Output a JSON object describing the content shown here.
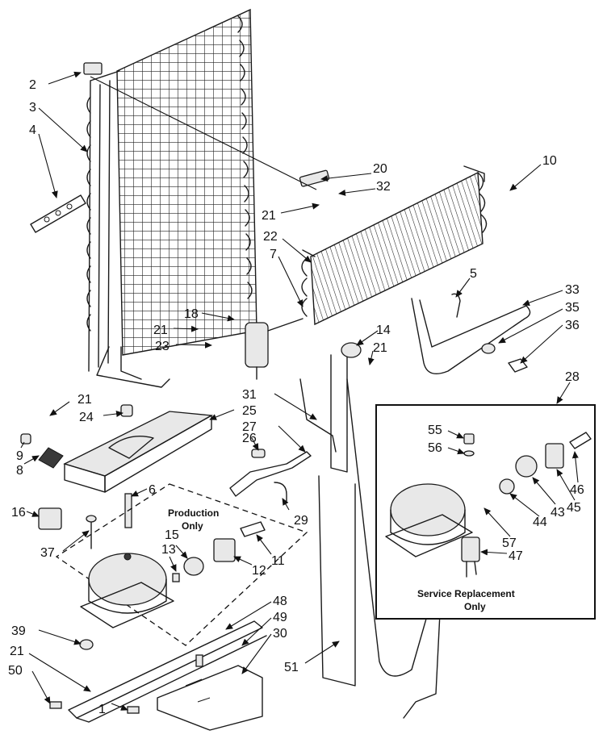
{
  "diagram": {
    "notes": {
      "production_line1": "Production",
      "production_line2": "Only",
      "service_line1": "Service Replacement",
      "service_line2": "Only"
    },
    "callouts": {
      "c1": "1",
      "c2": "2",
      "c3": "3",
      "c4": "4",
      "c5": "5",
      "c6": "6",
      "c7": "7",
      "c8": "8",
      "c9": "9",
      "c10": "10",
      "c11": "11",
      "c12": "12",
      "c13": "13",
      "c14": "14",
      "c15": "15",
      "c16": "16",
      "c18": "18",
      "c20": "20",
      "c21": "21",
      "c22": "22",
      "c23": "23",
      "c24": "24",
      "c25": "25",
      "c26": "26",
      "c27": "27",
      "c28": "28",
      "c29": "29",
      "c30": "30",
      "c31": "31",
      "c32": "32",
      "c33": "33",
      "c35": "35",
      "c36": "36",
      "c37": "37",
      "c39": "39",
      "c43": "43",
      "c44": "44",
      "c45": "45",
      "c46": "46",
      "c47": "47",
      "c48": "48",
      "c49": "49",
      "c50": "50",
      "c51": "51",
      "c55": "55",
      "c56": "56",
      "c57": "57"
    }
  }
}
